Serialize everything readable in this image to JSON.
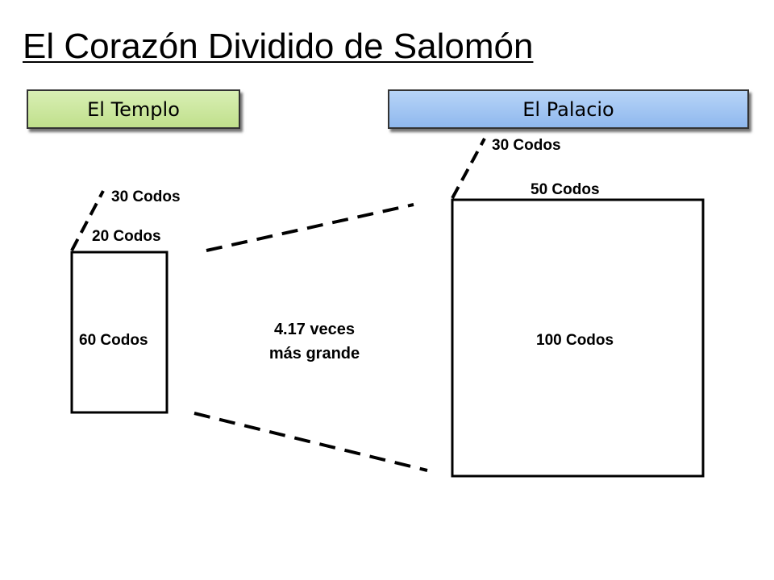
{
  "title": "El Corazón Dividido de Salomón",
  "headers": {
    "templo": "El Templo",
    "palacio": "El Palacio"
  },
  "templo": {
    "height_label": "30 Codos",
    "width_label": "20 Codos",
    "length_label": "60 Codos"
  },
  "palacio": {
    "height_label": "30 Codos",
    "width_label": "50 Codos",
    "length_label": "100 Codos"
  },
  "comparison": {
    "line1": "4.17 veces",
    "line2": "más grande"
  },
  "colors": {
    "templo_fill": "#c8e59a",
    "palacio_fill": "#9dc3f2",
    "stroke": "#000000"
  }
}
